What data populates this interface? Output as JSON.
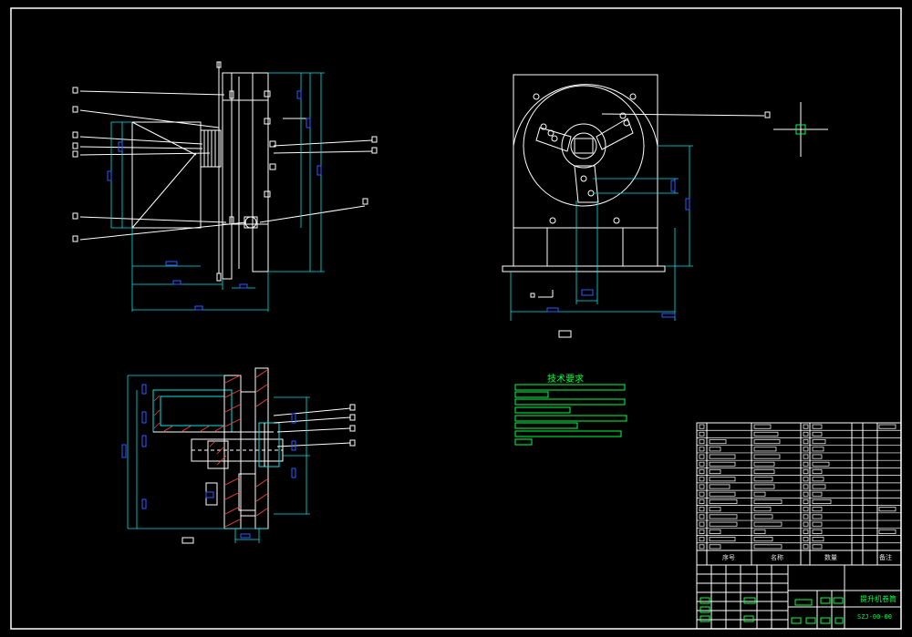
{
  "colors": {
    "background": "#000000",
    "outline": "#ffffff",
    "dimension": "#00e5e5",
    "text": "#00ff40",
    "hatch": "#ff4040",
    "label": "#2a5cff"
  },
  "tech_notes": {
    "title": "技术要求"
  },
  "title_block": {
    "name": "提升机卷筒",
    "drawing_no": "SZJ-00-00",
    "col_no": "序号",
    "col_name": "名称",
    "col_qty": "数量",
    "col_remark": "备注"
  }
}
